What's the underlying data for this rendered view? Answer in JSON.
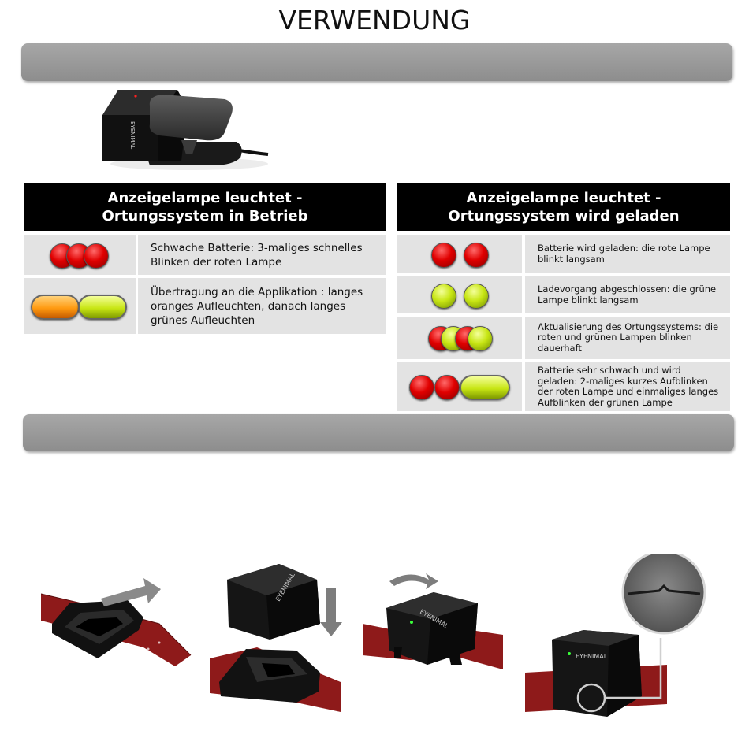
{
  "page": {
    "title": "VERWENDUNG"
  },
  "left_table": {
    "header": "Anzeigelampe leuchtet - Ortungssystem in Betrieb",
    "rows": [
      {
        "icon": "three-red-blinks",
        "text": "Schwache Batterie: 3-maliges schnelles Blinken der roten Lampe"
      },
      {
        "icon": "orange-then-green-long",
        "text": "Übertragung an die Applikation :  langes oranges Aufleuchten, danach langes grünes Aufleuchten"
      }
    ]
  },
  "right_table": {
    "header": "Anzeigelampe leuchtet - Ortungssystem wird geladen",
    "rows": [
      {
        "icon": "two-red-slow",
        "text": "Batterie wird geladen: die rote Lampe blinkt langsam"
      },
      {
        "icon": "two-green-slow",
        "text": "Ladevorgang abgeschlossen: die grüne Lampe blinkt langsam"
      },
      {
        "icon": "red-green-alternating",
        "text": "Aktualisierung des Ortungssystems: die roten und grünen Lampen blinken dauerhaft"
      },
      {
        "icon": "two-red-one-long-green",
        "text": "Batterie sehr schwach und wird geladen: 2-maliges kurzes Aufblinken der roten Lampe und einmaliges langes Aufblinken der grünen Lampe"
      }
    ]
  },
  "device": {
    "brand": "EYENIMAL"
  },
  "colors": {
    "header_bg": "#000000",
    "row_bg": "#e3e3e3",
    "section_bar": "#9a9a9a",
    "led_red": "#e00000",
    "led_green": "#c8e614",
    "led_orange": "#ff9a10",
    "strap": "#8e1a1a"
  }
}
